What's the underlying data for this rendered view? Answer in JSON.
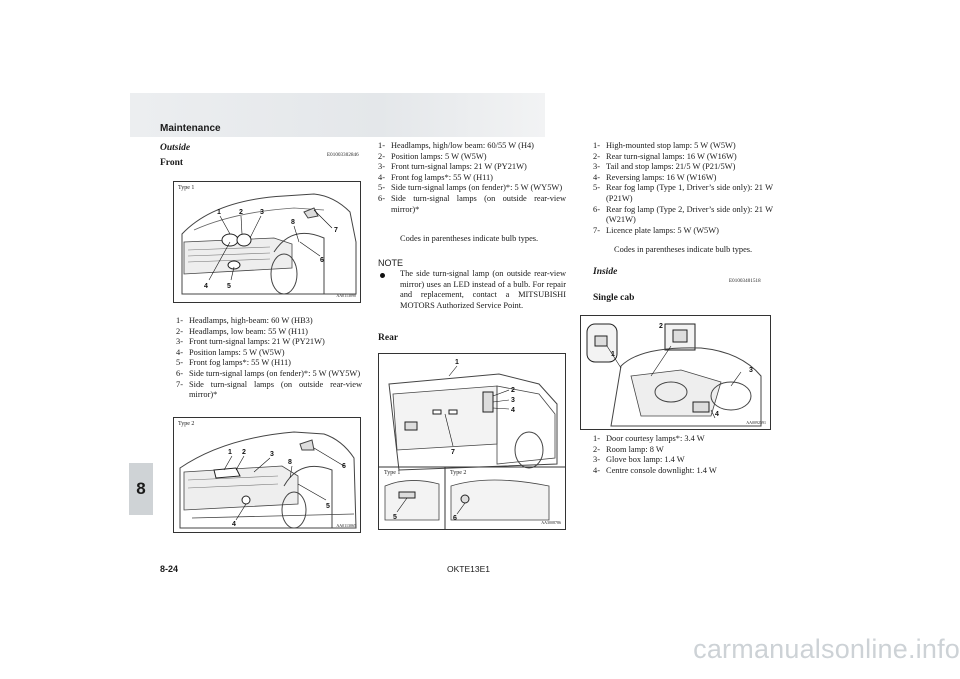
{
  "header": {
    "section": "Maintenance",
    "chapter_tab": "8"
  },
  "footer": {
    "page": "8-24",
    "doc_code": "OKTE13E1"
  },
  "watermark": "carmanualsonline.info",
  "left_column": {
    "outside_heading": "Outside",
    "outside_code": "E01003302846",
    "front_heading": "Front",
    "fig1": {
      "type_label": "Type 1",
      "code": "AA0113090",
      "callouts": [
        "1",
        "2",
        "3",
        "8",
        "7",
        "6",
        "4",
        "5"
      ]
    },
    "type1_list": [
      {
        "num": "1-",
        "text": "Headlamps, high-beam: 60 W (HB3)"
      },
      {
        "num": "2-",
        "text": "Headlamps, low beam: 55 W (H11)"
      },
      {
        "num": "3-",
        "text": "Front turn-signal lamps: 21 W (PY21W)"
      },
      {
        "num": "4-",
        "text": "Position lamps: 5 W (W5W)"
      },
      {
        "num": "5-",
        "text": "Front fog lamps*: 55 W (H11)"
      },
      {
        "num": "6-",
        "text": "Side turn-signal lamps (on fender)*: 5 W (WY5W)"
      },
      {
        "num": "7-",
        "text": "Side turn-signal lamps (on outside rear-view mirror)*"
      }
    ],
    "fig2": {
      "type_label": "Type 2",
      "code": "AA0113065",
      "callouts": [
        "1",
        "2",
        "3",
        "8",
        "6",
        "5",
        "4"
      ]
    }
  },
  "middle_column": {
    "type2_list": [
      {
        "num": "1-",
        "text": "Headlamps, high/low beam: 60/55 W (H4)"
      },
      {
        "num": "2-",
        "text": "Position lamps: 5 W (W5W)"
      },
      {
        "num": "3-",
        "text": "Front turn-signal lamps: 21 W (PY21W)"
      },
      {
        "num": "4-",
        "text": "Front fog lamps*: 55 W (H11)"
      },
      {
        "num": "5-",
        "text": "Side turn-signal lamps (on fender)*: 5 W (WY5W)"
      },
      {
        "num": "6-",
        "text": "Side turn-signal lamps (on outside rear-view mirror)*"
      }
    ],
    "codes_note": "Codes in parentheses indicate bulb types.",
    "note_heading": "NOTE",
    "note_text": "The side turn-signal lamp (on outside rear-view mirror) uses an LED instead of a bulb. For repair and replacement, contact a MITSUBISHI MOTORS Authorized Service Point.",
    "rear_heading": "Rear",
    "fig3": {
      "type1_label": "Type 1",
      "type2_label": "Type 2",
      "code": "AA3008786",
      "callouts": [
        "1",
        "2",
        "3",
        "4",
        "7",
        "5",
        "6"
      ]
    }
  },
  "right_column": {
    "rear_list": [
      {
        "num": "1-",
        "text": "High-mounted stop lamp: 5 W (W5W)"
      },
      {
        "num": "2-",
        "text": "Rear turn-signal lamps: 16 W (W16W)"
      },
      {
        "num": "3-",
        "text": "Tail and stop lamps: 21/5 W (P21/5W)"
      },
      {
        "num": "4-",
        "text": "Reversing lamps: 16 W (W16W)"
      },
      {
        "num": "5-",
        "text": "Rear fog lamp (Type 1, Driver’s side only): 21 W (P21W)"
      },
      {
        "num": "6-",
        "text": "Rear fog lamp (Type 2, Driver’s side only): 21 W (W21W)"
      },
      {
        "num": "7-",
        "text": "Licence plate lamps: 5 W (W5W)"
      }
    ],
    "codes_note": "Codes in parentheses indicate bulb types.",
    "inside_heading": "Inside",
    "inside_code": "E01003401518",
    "single_cab_heading": "Single cab",
    "fig4": {
      "code": "AA0092591",
      "callouts": [
        "1",
        "2",
        "3",
        "4"
      ]
    },
    "inside_list": [
      {
        "num": "1-",
        "text": "Door courtesy lamps*: 3.4 W"
      },
      {
        "num": "2-",
        "text": "Room lamp: 8 W"
      },
      {
        "num": "3-",
        "text": "Glove box lamp: 1.4 W"
      },
      {
        "num": "4-",
        "text": "Centre console downlight: 1.4 W"
      }
    ]
  }
}
